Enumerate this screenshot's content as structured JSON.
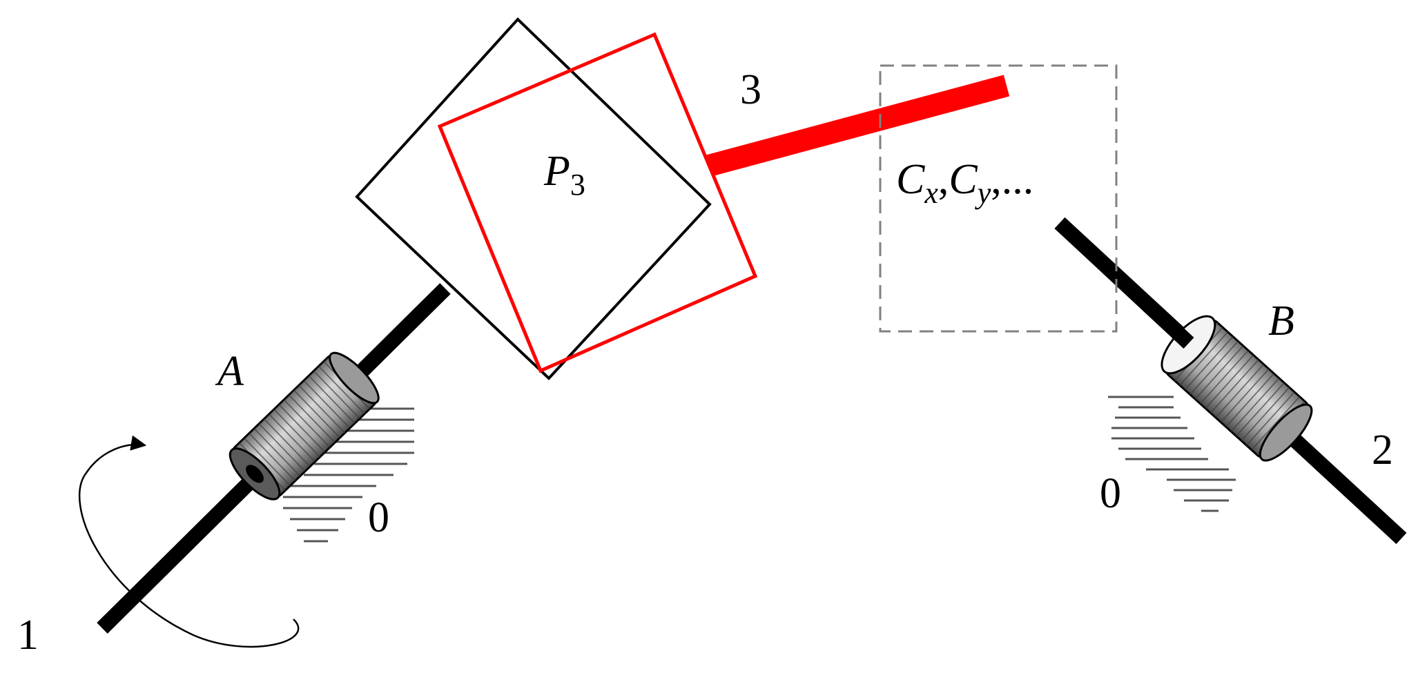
{
  "labels": {
    "link_input": "1",
    "link_output": "2",
    "link_coupler": "3",
    "joint_a": "A",
    "joint_b": "B",
    "ground_left": "0",
    "ground_right": "0",
    "platform": "P",
    "platform_subscript": "3",
    "constraint_c1": "C",
    "constraint_c1_sub": "x",
    "constraint_sep": ",",
    "constraint_c2": "C",
    "constraint_c2_sub": "y",
    "constraint_tail": ",..."
  },
  "colors": {
    "link": "#000000",
    "coupler": "#ff0000",
    "dashed_box": "#808080",
    "cylinder_fill": "#bdbdbd",
    "hatch": "#555555"
  }
}
